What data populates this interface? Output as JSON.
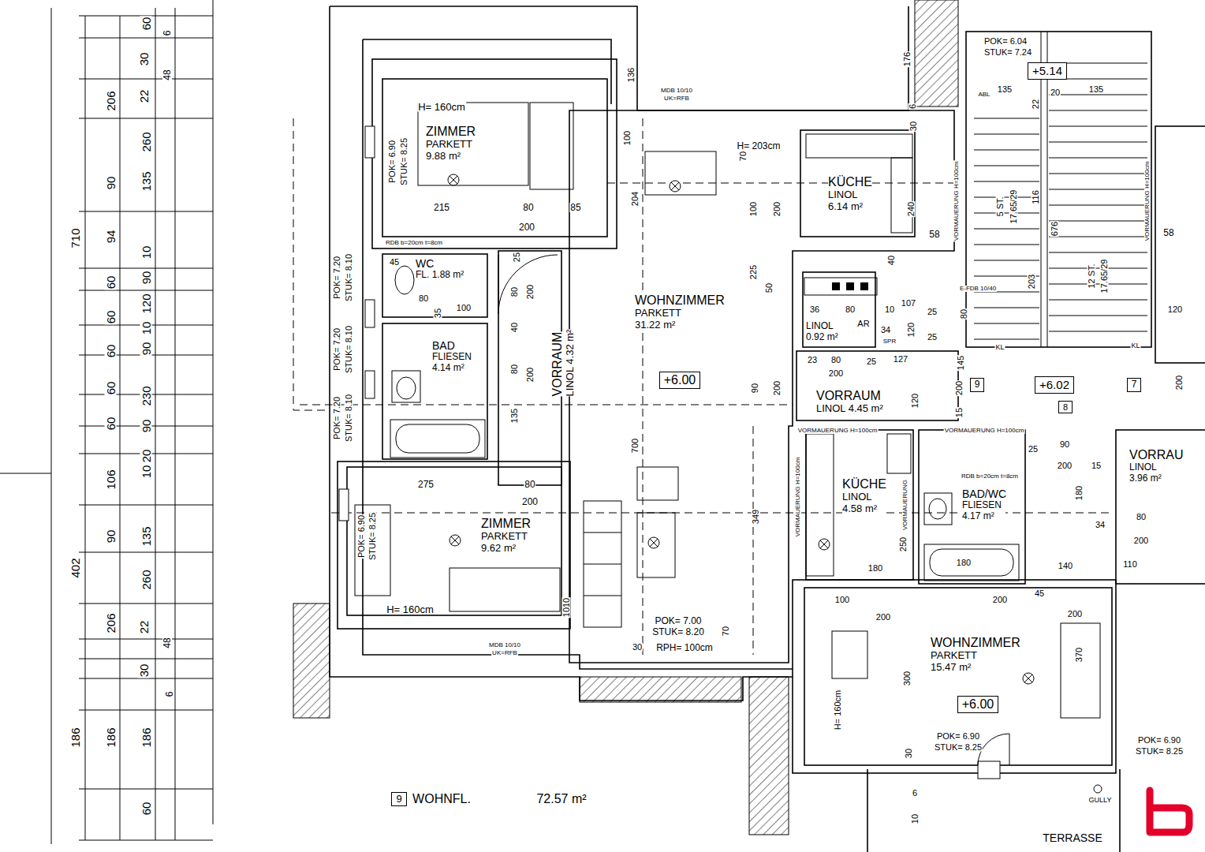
{
  "diagram": {
    "nodes": [
      {
        "text": [
          "ZIMMER",
          "PARKETT 9.88 m²"
        ]
      },
      {
        "text": [
          "WC",
          "FL. 1.88 m²"
        ]
      },
      {
        "text": [
          "BAD",
          "FLIESEN 4.14 m²"
        ]
      },
      {
        "text": [
          "VORRAUM",
          "LINOL 4.32 m²"
        ]
      },
      {
        "text": [
          "ZIMMER",
          "PARKETT 9.62 m²"
        ]
      },
      {
        "text": [
          "WOHNZIMMER",
          "PARKETT 31.22 m²"
        ]
      },
      {
        "text": [
          "+6.00"
        ],
        "in": 5
      },
      {
        "text": [
          "KÜCHE",
          "LINOL 6.14 m²"
        ]
      },
      {
        "text": [
          "LINOL 0.92 m²"
        ]
      },
      {
        "text": [
          "VORRAUM",
          "LINOL 4.45 m²"
        ]
      },
      {
        "text": [
          "KÜCHE",
          "LINOL 4.58 m²"
        ]
      },
      {
        "text": [
          "BAD/WC",
          "FLIESEN 4.17 m²"
        ]
      },
      {
        "text": [
          "WOHNZIMMER",
          "PARKETT 15.47 m²"
        ]
      },
      {
        "text": [
          "+6.00"
        ],
        "in": 12
      },
      {
        "text": [
          "VORRAU",
          "LINOL 3.96 m²"
        ]
      },
      {
        "text": [
          "+5.14"
        ]
      },
      {
        "text": [
          "9"
        ]
      },
      {
        "text": [
          "+6.02"
        ]
      },
      {
        "text": [
          "8"
        ]
      },
      {
        "text": [
          "7"
        ]
      },
      {
        "text": [
          "9"
        ]
      }
    ],
    "labels": [
      "60",
      "6",
      "30",
      "48",
      "206",
      "22",
      "260",
      "90",
      "135",
      "710",
      "94",
      "10",
      "60",
      "90",
      "120",
      "60",
      "10",
      "60",
      "90",
      "60",
      "230",
      "60",
      "90",
      "20",
      "10",
      "106",
      "90",
      "135",
      "402",
      "260",
      "206",
      "22",
      "48",
      "30",
      "6",
      "186",
      "186",
      "186",
      "60",
      "POK= 7.20",
      "STUK= 8.10",
      "POK= 7.20",
      "STUK= 8.10",
      "POK= 7.20",
      "STUK= 8.10",
      "POK= 6.90",
      "STUK= 8.25",
      "H= 160cm",
      "215",
      "80",
      "85",
      "200",
      "RDB b=20cm t=8cm",
      "45",
      "80",
      "100",
      "35",
      "25",
      "80",
      "200",
      "40",
      "80",
      "200",
      "135",
      "275",
      "80",
      "200",
      "POK= 6.90",
      "STUK= 8.25",
      "H= 160cm",
      "1010",
      "MDB 10/10",
      "UK=RFB",
      "136",
      "MDB 10/10",
      "UK=RFB",
      "100",
      "204",
      "H= 203cm",
      "70",
      "100",
      "200",
      "240",
      "30",
      "176",
      "6",
      "58",
      "225",
      "50",
      "40",
      "36",
      "80",
      "10",
      "107",
      "25",
      "AR",
      "34",
      "120",
      "SPR",
      "127",
      "25",
      "23",
      "80",
      "25",
      "200",
      "90",
      "200",
      "145",
      "200",
      "15",
      "120",
      "POK= 6.04",
      "STUK= 7.24",
      "ABL",
      "135",
      "20",
      "135",
      "22",
      "5 ST.",
      "17.65/29",
      "116",
      "676",
      "12 ST.",
      "17.65/29",
      "203",
      "VORMAUERUNG H=100cm",
      "VORMAUERUNG H=100cm",
      "58",
      "E-FDB 10/40",
      "80",
      "KL",
      "KL",
      "120",
      "200",
      "VORMAUERUNG H=100cm",
      "VORMAUERUNG H=100cm",
      "VORMAUERUNG H=100cm",
      "VORMAUERUNG",
      "RDB b=20cm t=8cm",
      "250",
      "180",
      "180",
      "100",
      "200",
      "200",
      "45",
      "200",
      "370",
      "300",
      "H= 160cm",
      "POK= 6.90",
      "STUK= 8.25",
      "30",
      "6",
      "10",
      "GULLY",
      "TERRASSE",
      "POK= 6.90",
      "STUK= 8.25",
      "349",
      "700",
      "POK= 7.00",
      "STUK= 8.20",
      "RPH= 100cm",
      "30",
      "70",
      "25",
      "90",
      "200",
      "15",
      "180",
      "140",
      "110",
      "200",
      "80",
      "34",
      "WOHNFL.",
      "72.57 m²"
    ]
  }
}
